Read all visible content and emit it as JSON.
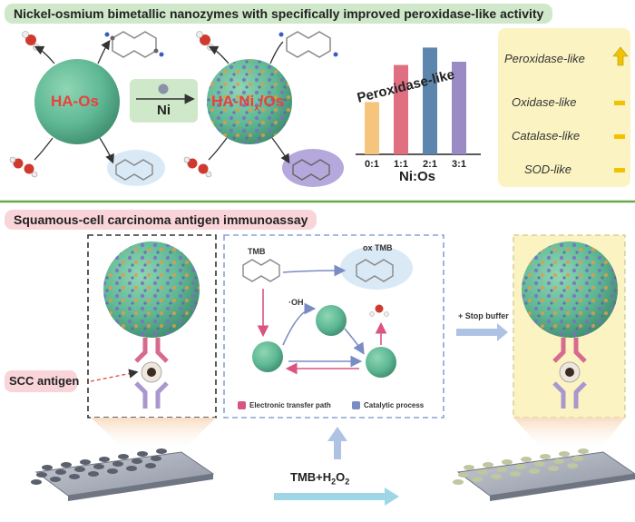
{
  "title_top": "Nickel-osmium bimetallic nanozymes with specifically improved peroxidase-like activity",
  "title_bottom": "Squamous-cell carcinoma antigen immunoassay",
  "synthesis": {
    "sphere_left": "HA-Os",
    "sphere_right_main": "HA-Ni",
    "sphere_right_sub": "x",
    "sphere_right_tail": "/Os",
    "reagent": "Ni"
  },
  "chart_data": {
    "type": "bar",
    "categories": [
      "0:1",
      "1:1",
      "2:1",
      "3:1"
    ],
    "values": [
      0.48,
      0.82,
      0.98,
      0.85
    ],
    "title": "Peroxidase-like",
    "xlabel": "Ni:Os",
    "ylabel": "",
    "colors": [
      "#f5c57d",
      "#e06f82",
      "#5c86ad",
      "#9a8bc4"
    ]
  },
  "activities": [
    {
      "label": "Peroxidase-like",
      "mark": "arrow-up"
    },
    {
      "label": "Oxidase-like",
      "mark": "bar"
    },
    {
      "label": "Catalase-like",
      "mark": "bar"
    },
    {
      "label": "SOD-like",
      "mark": "bar"
    }
  ],
  "assay": {
    "scc_label": "SCC antigen",
    "tmb": "TMB",
    "ox_tmb": "ox TMB",
    "oh_radical": "·OH",
    "stop_buffer": "+ Stop buffer",
    "legend_electronic": "Electronic transfer path",
    "legend_catalytic": "Catalytic process",
    "substrate_main": "TMB+H",
    "substrate_sub1": "2",
    "substrate_mid": "O",
    "substrate_sub2": "2"
  },
  "colors": {
    "sphere": "#5fb894",
    "accent_red": "#e8413e",
    "pink_path": "#d9547e",
    "blue_path": "#7a8cc4",
    "top_pill": "#cfe8c9",
    "bottom_pill": "#f9d4d9",
    "activity_box": "#fbf4c2",
    "divider": "#6aa84f"
  }
}
